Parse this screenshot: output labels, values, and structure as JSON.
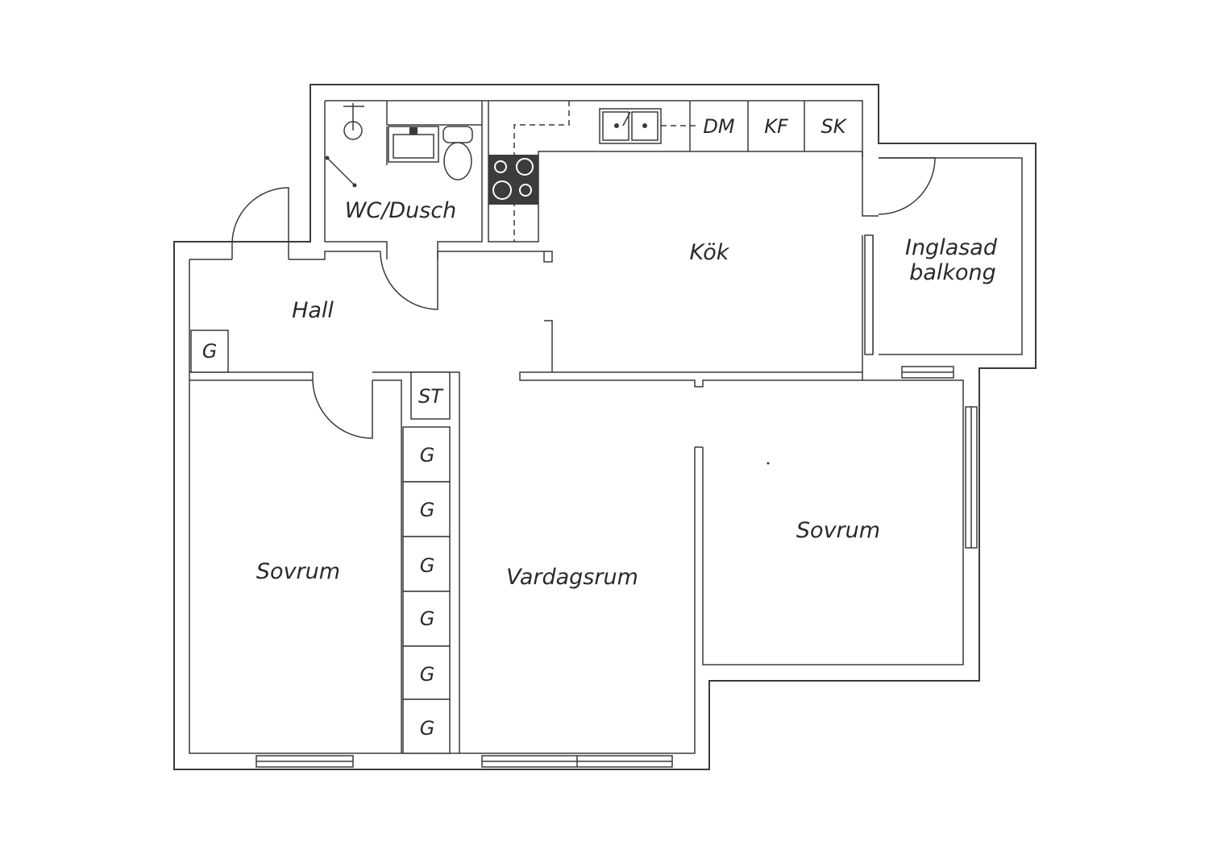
{
  "rooms": {
    "wc": "WC/Dusch",
    "kitchen": "Kök",
    "balcony_line1": "Inglasad",
    "balcony_line2": "balkong",
    "hall": "Hall",
    "bedroom_left": "Sovrum",
    "living": "Vardagsrum",
    "bedroom_right": "Sovrum"
  },
  "kitchen_units": {
    "dishwasher": "DM",
    "fridge_freezer": "KF",
    "cabinet": "SK"
  },
  "closets": {
    "hall_wardrobe": "G",
    "storage": "ST",
    "wardrobes": [
      "G",
      "G",
      "G",
      "G",
      "G",
      "G"
    ]
  },
  "colors": {
    "line": "#3a3a3a",
    "stove": "#3c3c3c",
    "background": "#ffffff"
  }
}
